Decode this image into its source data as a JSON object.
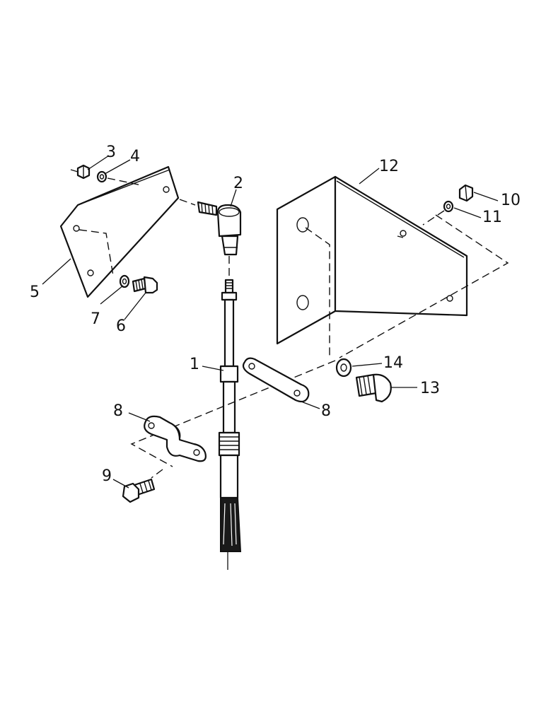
{
  "labels": {
    "p1": "1",
    "p2": "2",
    "p3": "3",
    "p4": "4",
    "p5": "5",
    "p6": "6",
    "p7": "7",
    "p8a": "8",
    "p8b": "8",
    "p9": "9",
    "p10": "10",
    "p11": "11",
    "p12": "12",
    "p13": "13",
    "p14": "14"
  }
}
